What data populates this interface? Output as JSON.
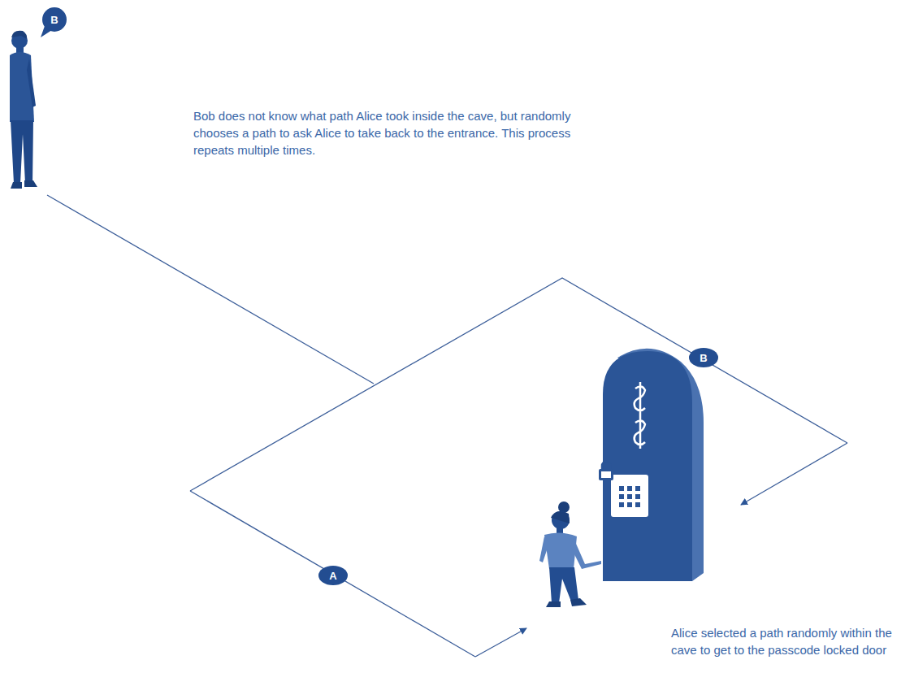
{
  "diagram": {
    "nodes": [
      {
        "text": [
          "B"
        ]
      },
      {
        "text": [
          "B"
        ]
      },
      {
        "text": [
          "A"
        ]
      }
    ],
    "labels": [
      "Bob does not know what path Alice took inside the cave, but randomly chooses a path to ask Alice to take back to the entrance. This process repeats multiple times.",
      "Alice selected a path randomly within the cave to get to the passcode locked door"
    ]
  }
}
